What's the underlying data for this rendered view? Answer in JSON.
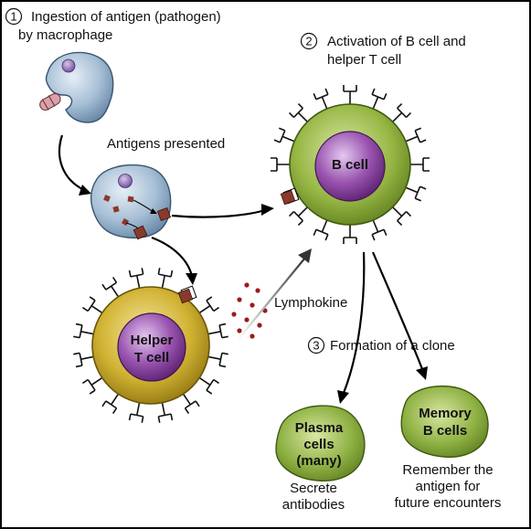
{
  "diagram": {
    "steps": [
      {
        "number": "1",
        "title_lines": [
          "Ingestion of antigen (pathogen)",
          "by macrophage"
        ]
      },
      {
        "number": "2",
        "title_lines": [
          "Activation of B cell and",
          "helper T cell"
        ]
      },
      {
        "number": "3",
        "title_lines": [
          "Formation of a clone"
        ]
      }
    ],
    "labels": {
      "antigens_presented": "Antigens presented",
      "lymphokine": "Lymphokine"
    },
    "cells": {
      "b_cell": {
        "lines": [
          "B cell"
        ]
      },
      "helper_t_cell": {
        "lines": [
          "Helper",
          "T cell"
        ]
      },
      "plasma_cells": {
        "lines": [
          "Plasma",
          "cells",
          "(many)"
        ]
      },
      "memory_b_cells": {
        "lines": [
          "Memory",
          "B cells"
        ]
      }
    },
    "captions": {
      "plasma": [
        "Secrete",
        "antibodies"
      ],
      "memory": [
        "Remember the",
        "antigen for",
        "future encounters"
      ]
    },
    "colors": {
      "macrophage": "#7f9fbf",
      "b_cell": "#8fae3a",
      "helper_t_cell": "#c9ac2a",
      "nucleus": "#7a3a8f",
      "antigen": "#8a3a2a",
      "lymphokine_dots": "#9b1b1b"
    }
  }
}
